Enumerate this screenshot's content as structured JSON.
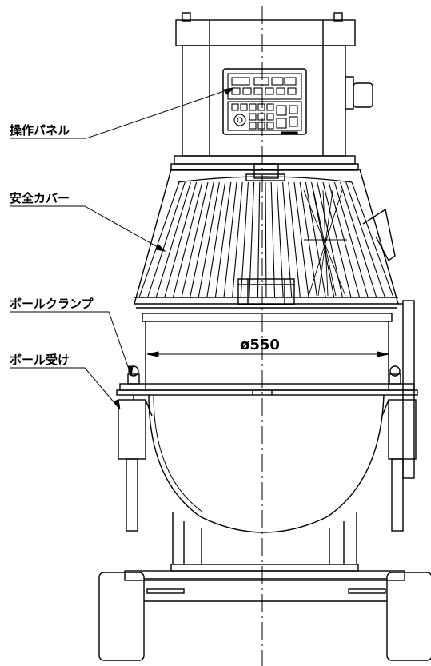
{
  "labels": {
    "control_panel": "操作パネル",
    "safety_cover": "安全カバー",
    "bowl_clamp": "ボールクランプ",
    "bowl_holder": "ボール受け"
  },
  "dimension": {
    "bowl_diameter": "ø550"
  },
  "colors": {
    "line": "#000000",
    "background": "#ffffff"
  }
}
